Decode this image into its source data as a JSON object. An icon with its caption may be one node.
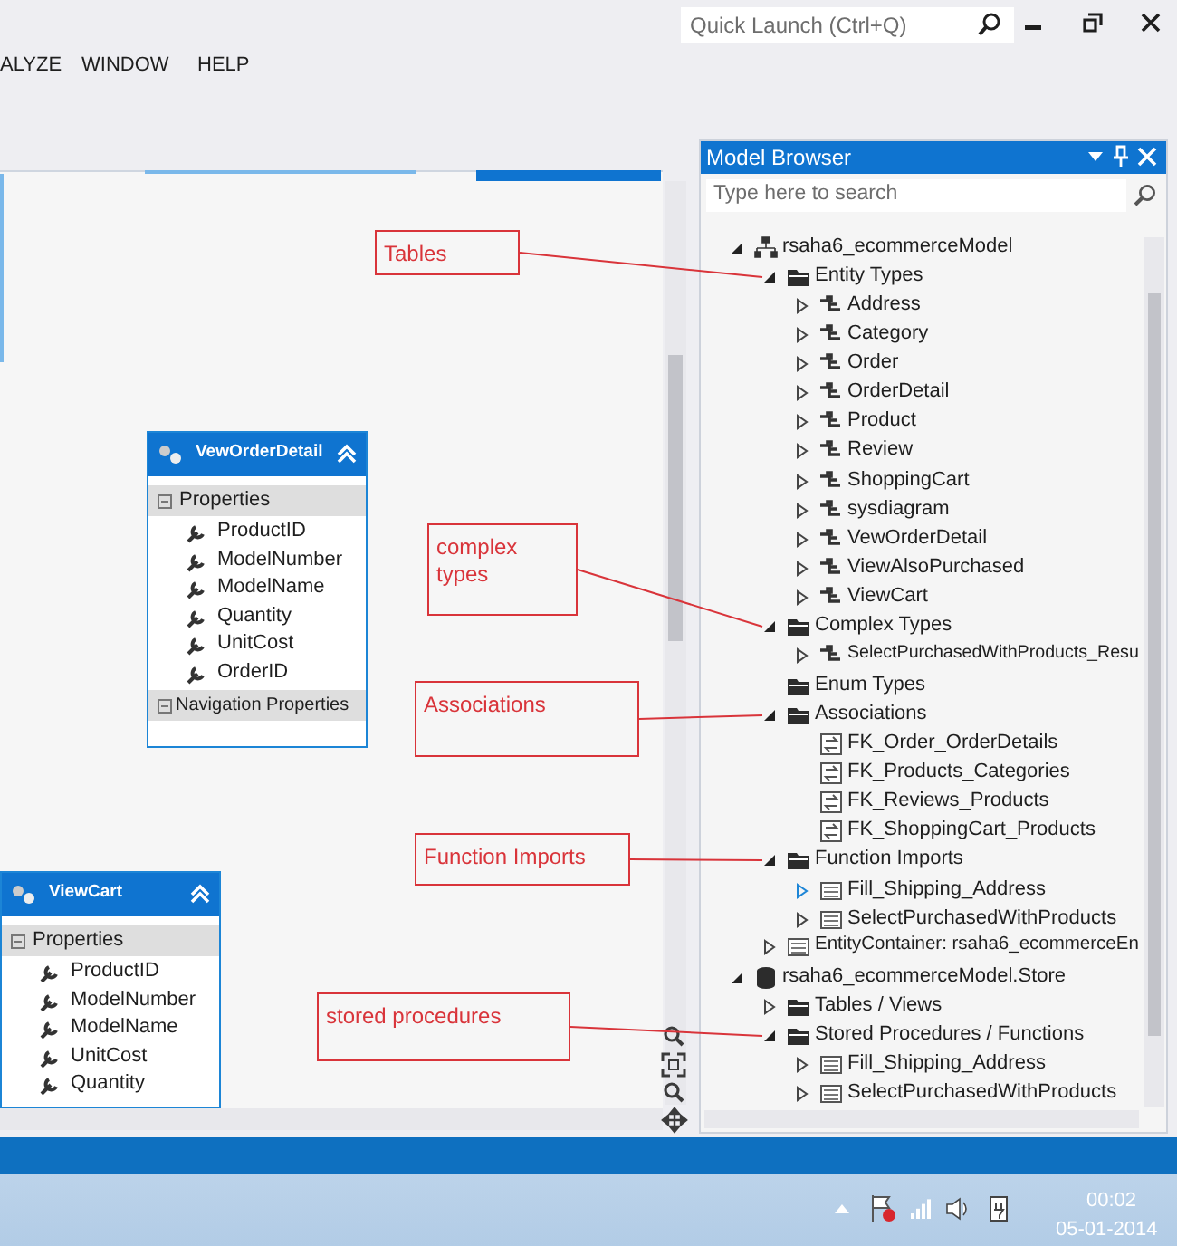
{
  "diagram": {
    "nodes": [
      {
        "text": [
          "Tables"
        ]
      },
      {
        "text": [
          "complex types"
        ]
      },
      {
        "text": [
          "Associations"
        ]
      },
      {
        "text": [
          "Function Imports"
        ]
      },
      {
        "text": [
          "stored procedures"
        ]
      },
      {
        "text": [
          "VewOrderDetail",
          "Properties",
          "ProductID",
          "ModelNumber",
          "ModelName",
          "Quantity",
          "UnitCost",
          "OrderID",
          "Navigation Properties"
        ]
      },
      {
        "text": [
          "ViewCart",
          "Properties",
          "ProductID",
          "ModelNumber",
          "ModelName",
          "UnitCost",
          "Quantity"
        ]
      },
      {
        "text": [
          "Model Browser"
        ]
      },
      {
        "text": [
          "Entity Types"
        ],
        "in": 7
      },
      {
        "text": [
          "Complex Types"
        ],
        "in": 7
      },
      {
        "text": [
          "Associations"
        ],
        "in": 7
      },
      {
        "text": [
          "Function Imports"
        ],
        "in": 7
      },
      {
        "text": [
          "Stored Procedures / Functions"
        ],
        "in": 7
      }
    ],
    "edges": [
      {
        "from": 0,
        "to": 8,
        "arrow": "none",
        "color": "#d9343a"
      },
      {
        "from": 1,
        "to": 9,
        "arrow": "none",
        "color": "#d9343a"
      },
      {
        "from": 2,
        "to": 10,
        "arrow": "none",
        "color": "#d9343a"
      },
      {
        "from": 3,
        "to": 11,
        "arrow": "none",
        "color": "#d9343a"
      },
      {
        "from": 4,
        "to": 12,
        "arrow": "none",
        "color": "#d9343a"
      }
    ],
    "labels": [
      "Quick Launch (Ctrl+Q)",
      "ALYZE",
      "WINDOW",
      "HELP",
      "Type here to search",
      "rsaha6_ecommerceModel",
      "Address",
      "Category",
      "Order",
      "OrderDetail",
      "Product",
      "Review",
      "ShoppingCart",
      "sysdiagram",
      "VewOrderDetail",
      "ViewAlsoPurchased",
      "ViewCart",
      "SelectPurchasedWithProducts_Resu",
      "Enum Types",
      "FK_Order_OrderDetails",
      "FK_Products_Categories",
      "FK_Reviews_Products",
      "FK_ShoppingCart_Products",
      "Fill_Shipping_Address",
      "SelectPurchasedWithProducts",
      "EntityContainer: rsaha6_ecommerceEn",
      "rsaha6_ecommerceModel.Store",
      "Tables / Views",
      "Fill_Shipping_Address",
      "SelectPurchasedWithProducts",
      "00:02",
      "05-01-2014"
    ]
  }
}
